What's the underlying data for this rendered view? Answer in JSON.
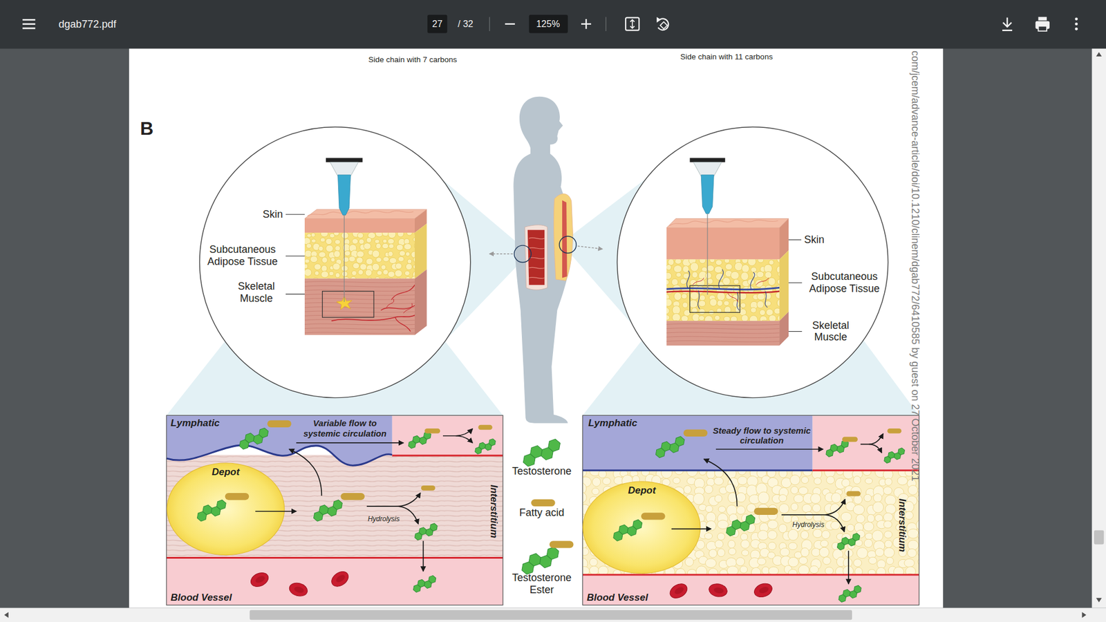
{
  "diagram": {
    "nodes": [
      {
        "text": [
          "Lymphatic"
        ]
      },
      {
        "text": [
          "Interstitium"
        ]
      },
      {
        "text": [
          "Depot"
        ],
        "in": 1
      },
      {
        "text": [
          "Blood Vessel"
        ]
      },
      {
        "text": [
          "Lymphatic"
        ]
      },
      {
        "text": [
          "Interstitium"
        ]
      },
      {
        "text": [
          "Depot"
        ],
        "in": 5
      },
      {
        "text": [
          "Blood Vessel"
        ]
      }
    ],
    "labels": [
      "dgab772.pdf",
      "27",
      "/ 32",
      "125%",
      "Side chain with 7 carbons",
      "Side chain with 11 carbons",
      "B",
      "Skin",
      "Subcutaneous Adipose Tissue",
      "Skeletal Muscle",
      "Skin",
      "Subcutaneous Adipose Tissue",
      "Skeletal Muscle",
      "Variable flow to systemic circulation",
      "Hydrolysis",
      "Steady flow to systemic circulation",
      "Hydrolysis",
      "com/jcem/advance-article/doi/10.1210/clinem/dgab772/6410585 by guest on 27 October 2021"
    ],
    "legend": [
      {
        "text": "Testosterone"
      },
      {
        "text": "Fatty acid",
        "color": "#c8a03c"
      },
      {
        "text": "Testosterone Ester"
      }
    ]
  }
}
